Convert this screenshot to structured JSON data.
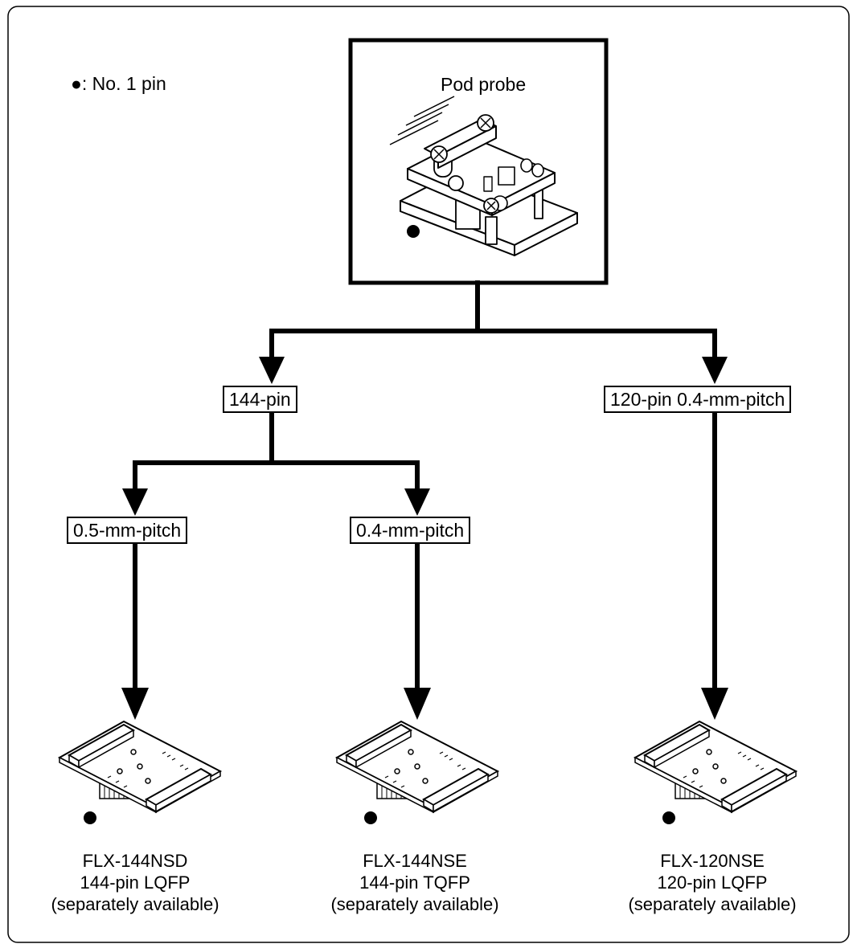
{
  "legend": {
    "marker": "●",
    "text": ": No. 1 pin"
  },
  "pod": {
    "title": "Pod probe"
  },
  "labels": {
    "pin144": "144-pin",
    "pin120": "120-pin 0.4-mm-pitch",
    "pitch05": "0.5-mm-pitch",
    "pitch04": "0.4-mm-pitch"
  },
  "adapters": [
    {
      "model": "FLX-144NSD",
      "package": "144-pin LQFP",
      "note": "(separately available)"
    },
    {
      "model": "FLX-144NSE",
      "package": "144-pin TQFP",
      "note": "(separately available)"
    },
    {
      "model": "FLX-120NSE",
      "package": "120-pin LQFP",
      "note": "(separately available)"
    }
  ]
}
